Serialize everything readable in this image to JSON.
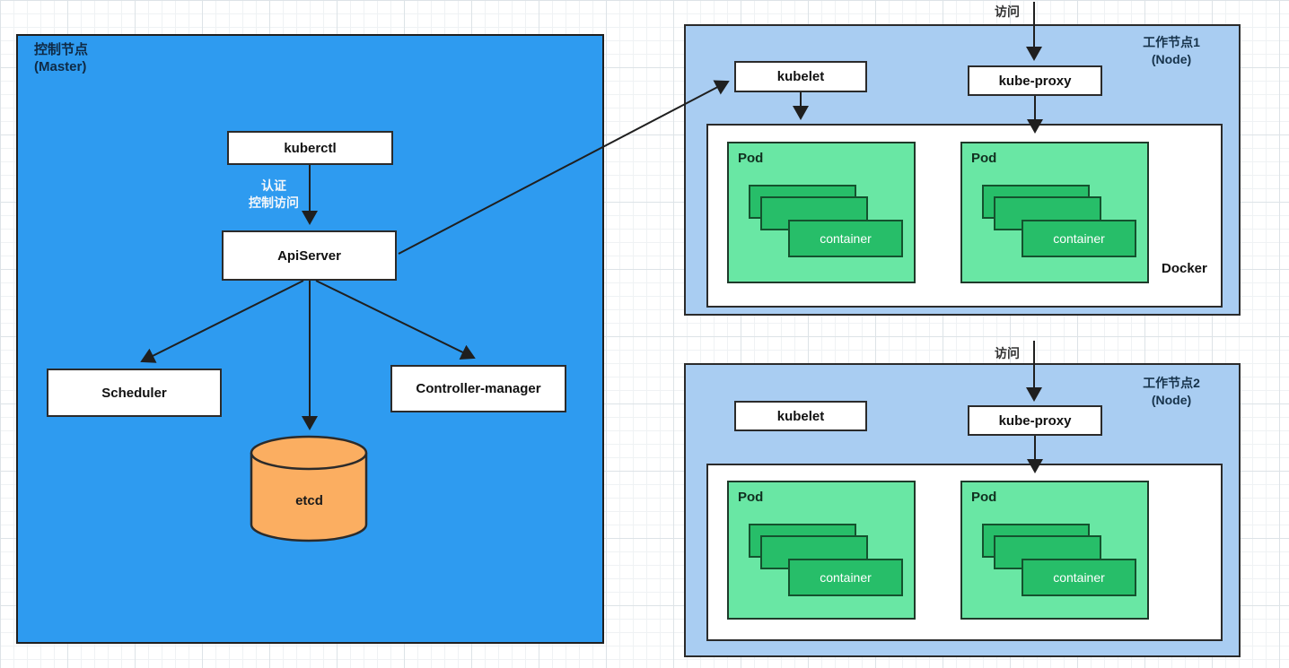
{
  "colors": {
    "master_fill": "#2E9BF0",
    "node_fill": "#A9CDF2",
    "pod_fill": "#69E7A4",
    "container_fill": "#27BE69",
    "etcd_fill": "#FBAE61",
    "stroke": "#2b2b2b"
  },
  "master": {
    "title_line1": "控制节点",
    "title_line2": "(Master)",
    "kuberctl_label": "kuberctl",
    "auth_line1": "认证",
    "auth_line2": "控制访问",
    "apiserver_label": "ApiServer",
    "scheduler_label": "Scheduler",
    "controller_manager_label": "Controller-manager",
    "etcd_label": "etcd"
  },
  "node1": {
    "access_label": "访问",
    "title_line1": "工作节点1",
    "title_line2": "(Node)",
    "kubelet_label": "kubelet",
    "kube_proxy_label": "kube-proxy",
    "docker_label": "Docker",
    "pods": [
      {
        "label": "Pod",
        "container": "container"
      },
      {
        "label": "Pod",
        "container": "container"
      }
    ]
  },
  "node2": {
    "access_label": "访问",
    "title_line1": "工作节点2",
    "title_line2": "(Node)",
    "kubelet_label": "kubelet",
    "kube_proxy_label": "kube-proxy",
    "pods": [
      {
        "label": "Pod",
        "container": "container"
      },
      {
        "label": "Pod",
        "container": "container"
      }
    ]
  }
}
